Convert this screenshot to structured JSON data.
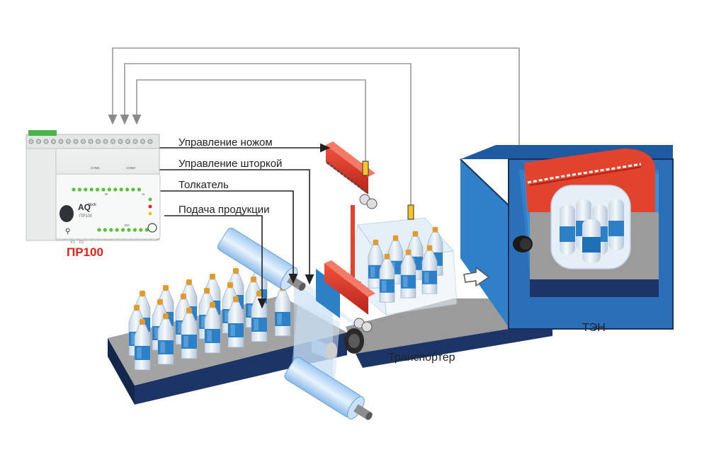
{
  "labels": {
    "knife_control": "Управление ножом",
    "shutter_control": "Управление шторкой",
    "pusher": "Толкатель",
    "product_feed": "Подача продукции",
    "conveyor": "Транспортер",
    "heater": "ТЭН",
    "device_name": "ПР100"
  },
  "device": {
    "brand": "AQ",
    "brand_sup": "teck",
    "model": "ПР100",
    "port_left": "COM1",
    "port_right": "COM2",
    "group_di": "DI",
    "group_ai": "AI",
    "group_do": "DO",
    "fuse1": "F1",
    "fuse2": "F2"
  },
  "colors": {
    "accent_red": "#e2231a",
    "conveyor_navy": "#1c3566",
    "oven_blue": "#2f7fc9",
    "bottle_blue": "#2c80c6",
    "cap_orange": "#e39a2b",
    "led_green": "#58c13a",
    "wire_gray": "#9a9a9a"
  }
}
